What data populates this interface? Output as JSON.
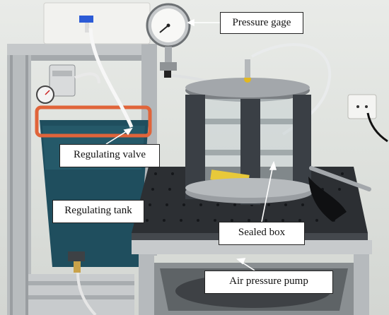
{
  "labels": {
    "pressure_gage": "Pressure gage",
    "regulating_valve": "Regulating valve",
    "regulating_tank": "Regulating tank",
    "sealed_box": "Sealed box",
    "air_pressure_pump": "Air pressure pump"
  },
  "colors": {
    "tank_body": "#1f4e5e",
    "tank_rim": "#e0643a",
    "frame_metal": "#b8bcbe",
    "table_top": "#2c2f33",
    "chamber_post": "#3a3f45",
    "wall": "#e6e8e5"
  }
}
